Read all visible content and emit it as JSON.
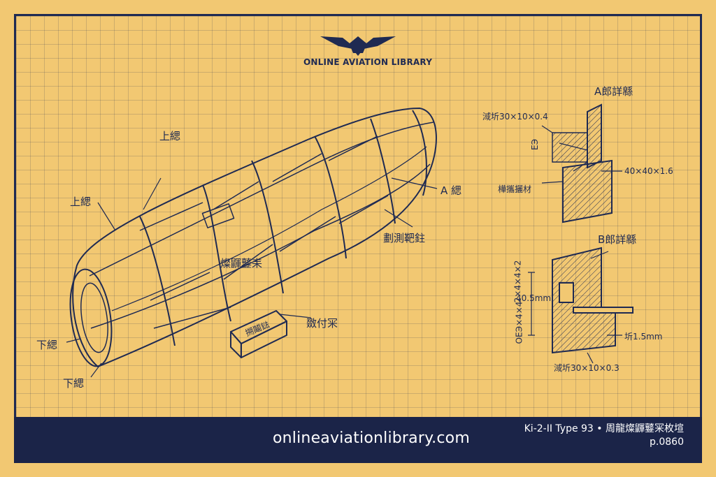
{
  "brand": {
    "logo_icon": "eagle-wings-icon",
    "name": "ONLINE AVIATION LIBRARY"
  },
  "colors": {
    "paper": "#f2c872",
    "ink": "#1f2a52",
    "footer_bg": "#1b2448"
  },
  "labels": {
    "top_left": "上緦",
    "upper_side": "上緦",
    "lower_side_1": "下緦",
    "lower_side_2": "下緦",
    "center_frame": "燦鼲鼟耒",
    "a_mark": "A 緦",
    "right_frame": "劃測靶鉒",
    "block_label": "搠鬮鍅",
    "block_callout": "敪付冞"
  },
  "detail_a": {
    "title": "A郎詳緜",
    "dim_top": "淢圻30×10×0.4",
    "dim_vertical": "ЕЭ",
    "material": "樺攜攦材",
    "dim_right": "40×40×1.6"
  },
  "detail_b": {
    "title": "B郎詳緜",
    "dim_left_vertical": "2×4×4×2",
    "dim_left": "40.5mm",
    "dim_left_vertical_2": "ОЕЭ×4×4",
    "dim_right": "圻1.5mm",
    "dim_bottom": "淢圻30×10×0.3"
  },
  "footer": {
    "website": "onlineaviationlibrary.com",
    "reference": "Ki-2-II Type 93 • 周龍燦鼲鼟冞枚塇",
    "page": "p.0860"
  }
}
